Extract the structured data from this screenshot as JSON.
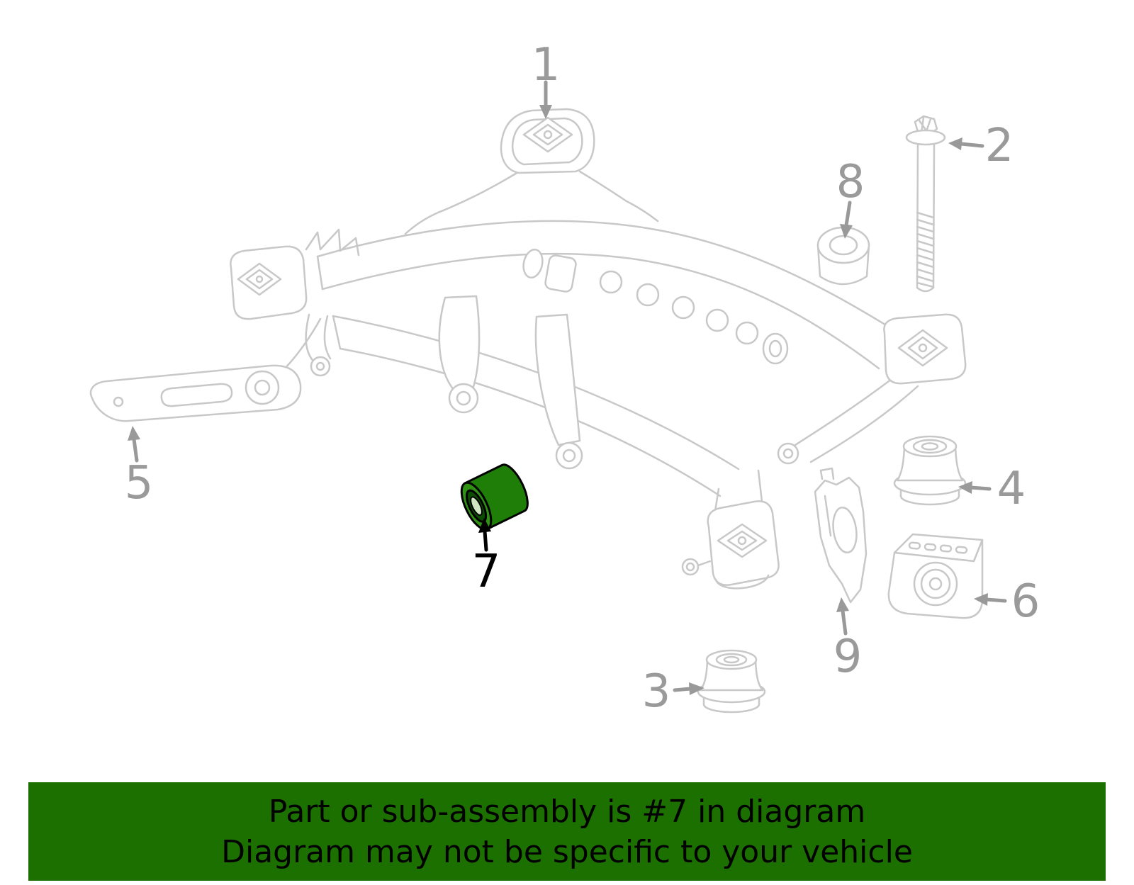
{
  "diagram": {
    "callouts": [
      {
        "label": "1"
      },
      {
        "label": "2"
      },
      {
        "label": "3"
      },
      {
        "label": "4"
      },
      {
        "label": "5"
      },
      {
        "label": "6"
      },
      {
        "label": "7"
      },
      {
        "label": "8"
      },
      {
        "label": "9"
      }
    ],
    "colors": {
      "drawing_line": "#c8c8c8",
      "callout_text": "#9a9a9a",
      "highlight_green": "#1e7e07",
      "banner_background": "#1b7000",
      "banner_text": "#000000"
    }
  },
  "banner": {
    "line1": "Part or sub-assembly is #7 in diagram",
    "line2": "Diagram may not be specific to your vehicle"
  }
}
